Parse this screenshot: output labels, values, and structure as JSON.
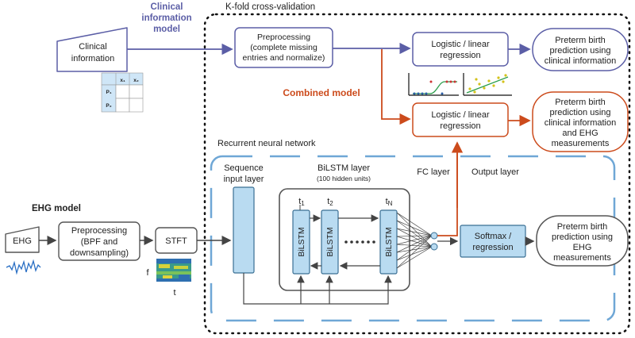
{
  "colors": {
    "clinical": "#5b5ea6",
    "combined": "#cc4b1c",
    "nn_frame": "#6fa7d6",
    "cell_fill": "#b9dbf1",
    "cell_stroke": "#3a6f94",
    "gray": "#555555"
  },
  "labels": {
    "kfold": "K-fold cross-validation",
    "clinical_model_line1": "Clinical",
    "clinical_model_line2": "information",
    "clinical_model_line3": "model",
    "combined_model": "Combined model",
    "ehg_model": "EHG model",
    "rnn": "Recurrent neural network",
    "fc_layer": "FC layer",
    "output_layer": "Output layer",
    "bilstm_layer": "BiLSTM layer",
    "hidden_units": "(100 hidden units)",
    "seq_input_line1": "Sequence",
    "seq_input_line2": "input layer",
    "axis_f": "f",
    "axis_t": "t"
  },
  "boxes": {
    "clinical_info": [
      "Clinical",
      "information"
    ],
    "preproc_clinical": [
      "Preprocessing",
      "(complete missing",
      "entries and normalize)"
    ],
    "logistic_top": [
      "Logistic /  linear",
      "regression"
    ],
    "logistic_combined": [
      "Logistic /  linear",
      "regression"
    ],
    "pred_clinical": [
      "Preterm birth",
      "prediction using",
      "clinical information"
    ],
    "pred_combined": [
      "Preterm birth",
      "prediction using",
      "clinical information",
      "and EHG",
      "measurements"
    ],
    "ehg": [
      "EHG"
    ],
    "preproc_ehg": [
      "Preprocessing",
      "(BPF and",
      "downsampling)"
    ],
    "stft": [
      "STFT"
    ],
    "softmax": [
      "Softmax /",
      "regression"
    ],
    "pred_ehg": [
      "Preterm birth",
      "prediction using",
      "EHG",
      "measurements"
    ]
  },
  "table": {
    "cols": [
      "x₁",
      "x₂"
    ],
    "rows": [
      "P₁",
      "P₂"
    ]
  },
  "timesteps": [
    "t₁",
    "t₂",
    "t_N"
  ],
  "bilstm_cell": "BiLSTM"
}
